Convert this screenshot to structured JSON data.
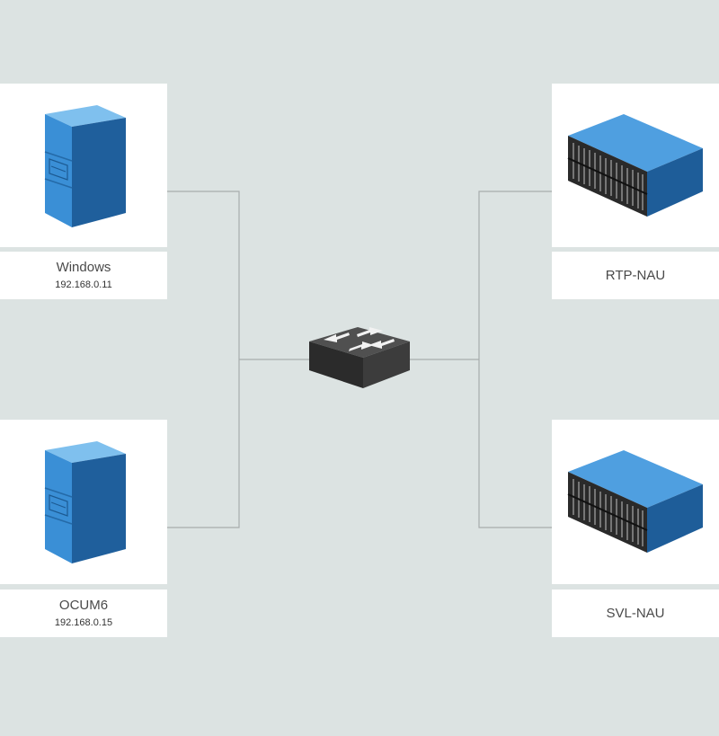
{
  "nodes": {
    "windows": {
      "name": "Windows",
      "ip": "192.168.0.11",
      "icon": "tower-server-icon"
    },
    "ocum6": {
      "name": "OCUM6",
      "ip": "192.168.0.15",
      "icon": "tower-server-icon"
    },
    "rtp_nau": {
      "name": "RTP-NAU",
      "icon": "storage-array-icon"
    },
    "svl_nau": {
      "name": "SVL-NAU",
      "icon": "storage-array-icon"
    },
    "switch": {
      "icon": "network-switch-icon"
    }
  },
  "colors": {
    "background": "#dce3e2",
    "connector": "#a7adad",
    "server_blue": "#2f7fc4",
    "switch_dark": "#3a3a3a"
  }
}
